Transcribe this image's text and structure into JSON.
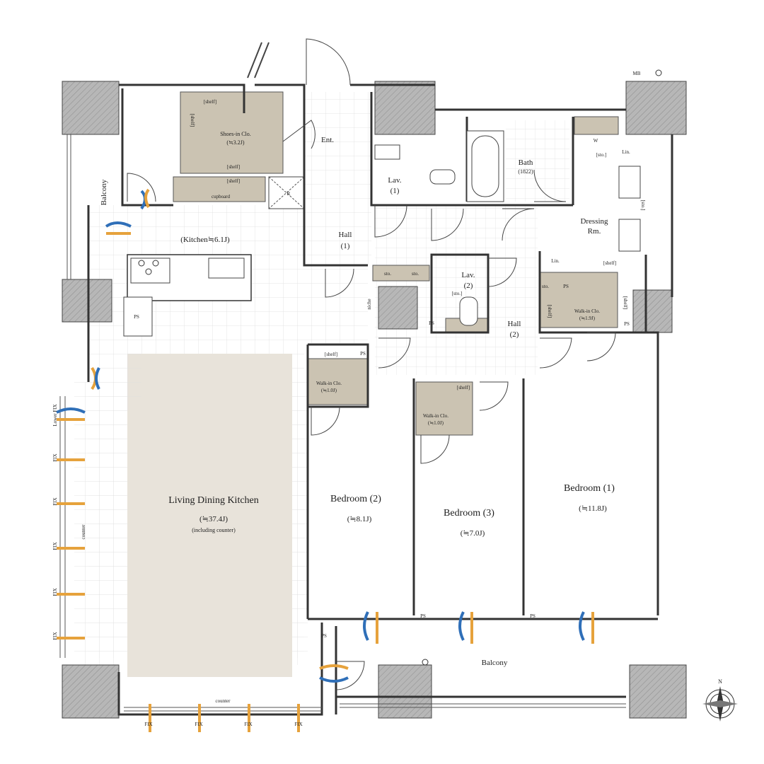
{
  "plan": {
    "rooms": {
      "ldk_name": "Living Dining Kitchen",
      "ldk_size": "(≒37.4J)",
      "ldk_note": "(including counter)",
      "kitchen": "(Kitchen≒6.1J)",
      "entrance": "Ent.",
      "hall1": "Hall",
      "hall1_num": "(1)",
      "hall2": "Hall",
      "hall2_num": "(2)",
      "lav1": "Lav.",
      "lav1_num": "(1)",
      "lav2": "Lav.",
      "lav2_num": "(2)",
      "bath": "Bath",
      "bath_size": "(1822)",
      "dressing": "Dressing",
      "dressing2": "Rm.",
      "bedroom1": "Bedroom (1)",
      "bedroom1_size": "(≒11.8J)",
      "bedroom2": "Bedroom (2)",
      "bedroom2_size": "(≒8.1J)",
      "bedroom3": "Bedroom (3)",
      "bedroom3_size": "(≒7.0J)",
      "balcony_south": "Balcony",
      "balcony_west": "Balcony",
      "shoes_clo": "Shoes-in Clo.",
      "shoes_clo_size": "(≒3.2J)",
      "wic1": "Walk-in Clo.",
      "wic1_size": "(≒1.9J)",
      "wic2": "Walk-in Clo.",
      "wic2_size": "(≒1.0J)",
      "wic3": "Walk-in Clo.",
      "wic3_size": "(≒1.0J)"
    },
    "fixtures": {
      "shelf": "[shelf]",
      "sto": "sto.",
      "sto_bracket": "[sto.]",
      "lin": "Lin.",
      "ps": "PS",
      "mb": "MB",
      "w": "W",
      "r": "R",
      "niche": "niche",
      "cupboard": "cupboard",
      "counter": "counter",
      "fix": "FIX",
      "lower_fix": "Lower FIX",
      "north": "N"
    },
    "colors": {
      "wall": "#a9a9a9",
      "closet": "#cbc3b2",
      "floor_highlight": "#e8e3da",
      "grid": "#dedede",
      "airflow_blue": "#2f6fb8",
      "airflow_orange": "#e6a23c"
    }
  }
}
